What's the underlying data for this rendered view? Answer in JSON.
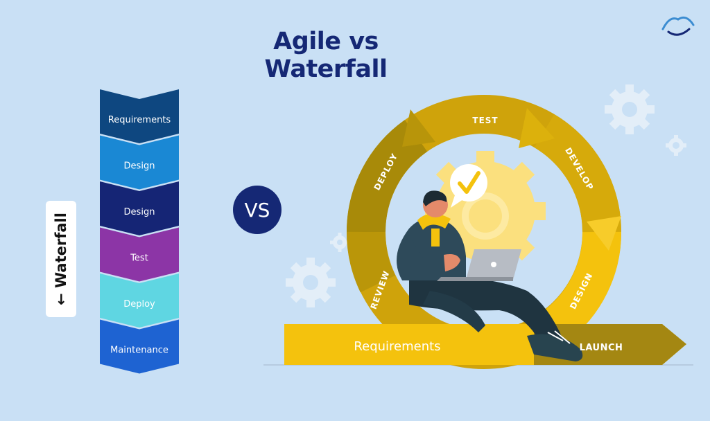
{
  "title": "Agile vs Waterfall",
  "vs_label": "VS",
  "waterfall": {
    "label": "← Waterfall",
    "steps": [
      {
        "label": "Requirements",
        "color": "#0e4780"
      },
      {
        "label": "Design",
        "color": "#1a88d4"
      },
      {
        "label": "Design",
        "color": "#152575"
      },
      {
        "label": "Test",
        "color": "#8c35a6"
      },
      {
        "label": "Deploy",
        "color": "#5fd6e2"
      },
      {
        "label": "Maintenance",
        "color": "#1e63d2"
      }
    ]
  },
  "agile": {
    "cycle_labels": [
      "TEST",
      "DEVELOP",
      "DESIGN",
      "REVIEW",
      "DEPLOY"
    ],
    "start_label": "Requirements",
    "end_label": "LAUNCH",
    "colors": {
      "ring": "#cfa30b",
      "ring_dark": "#a88a09",
      "arrow": "#f4c20d",
      "arrow_tip": "#a48712"
    }
  },
  "colors": {
    "background": "#c9e0f5",
    "navy": "#152875"
  },
  "icons": [
    "logo-icon",
    "gear-icon",
    "checkmark-icon",
    "laptop-icon"
  ]
}
